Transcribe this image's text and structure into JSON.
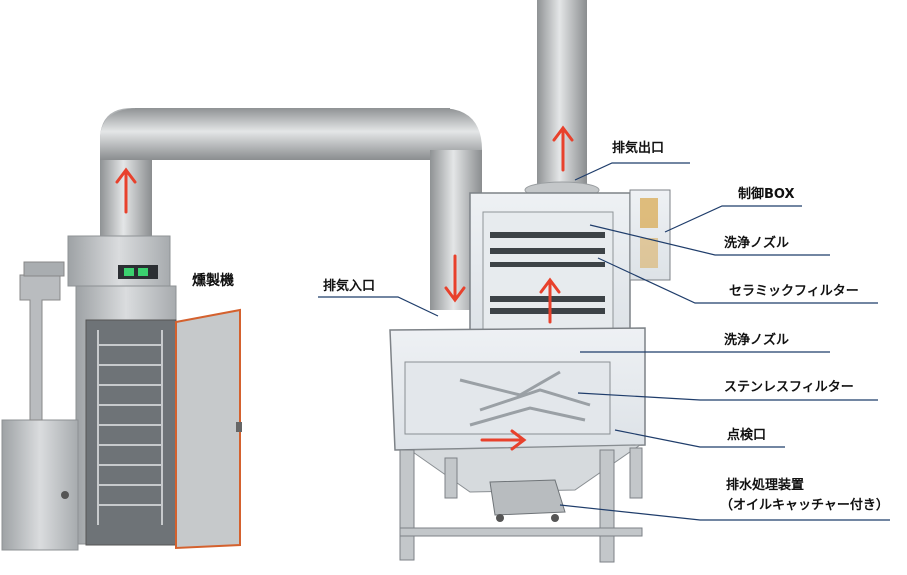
{
  "labels": {
    "smoker": "燻製機",
    "inlet": "排気入口",
    "outlet": "排気出口",
    "control_box": "制御BOX",
    "nozzle_upper": "洗浄ノズル",
    "ceramic_filter": "セラミックフィルター",
    "nozzle_lower": "洗浄ノズル",
    "stainless_filter": "ステンレスフィルター",
    "inspection_port": "点検口",
    "drain_device_line1": "排水処理装置",
    "drain_device_line2": "（オイルキャッチャー付き）"
  },
  "colors": {
    "arrow": "#e8412c",
    "leader_line": "#1f3d6b",
    "duct": "#b9b9b9",
    "steel": "#c9ccce",
    "door_frame": "#d4612e"
  }
}
